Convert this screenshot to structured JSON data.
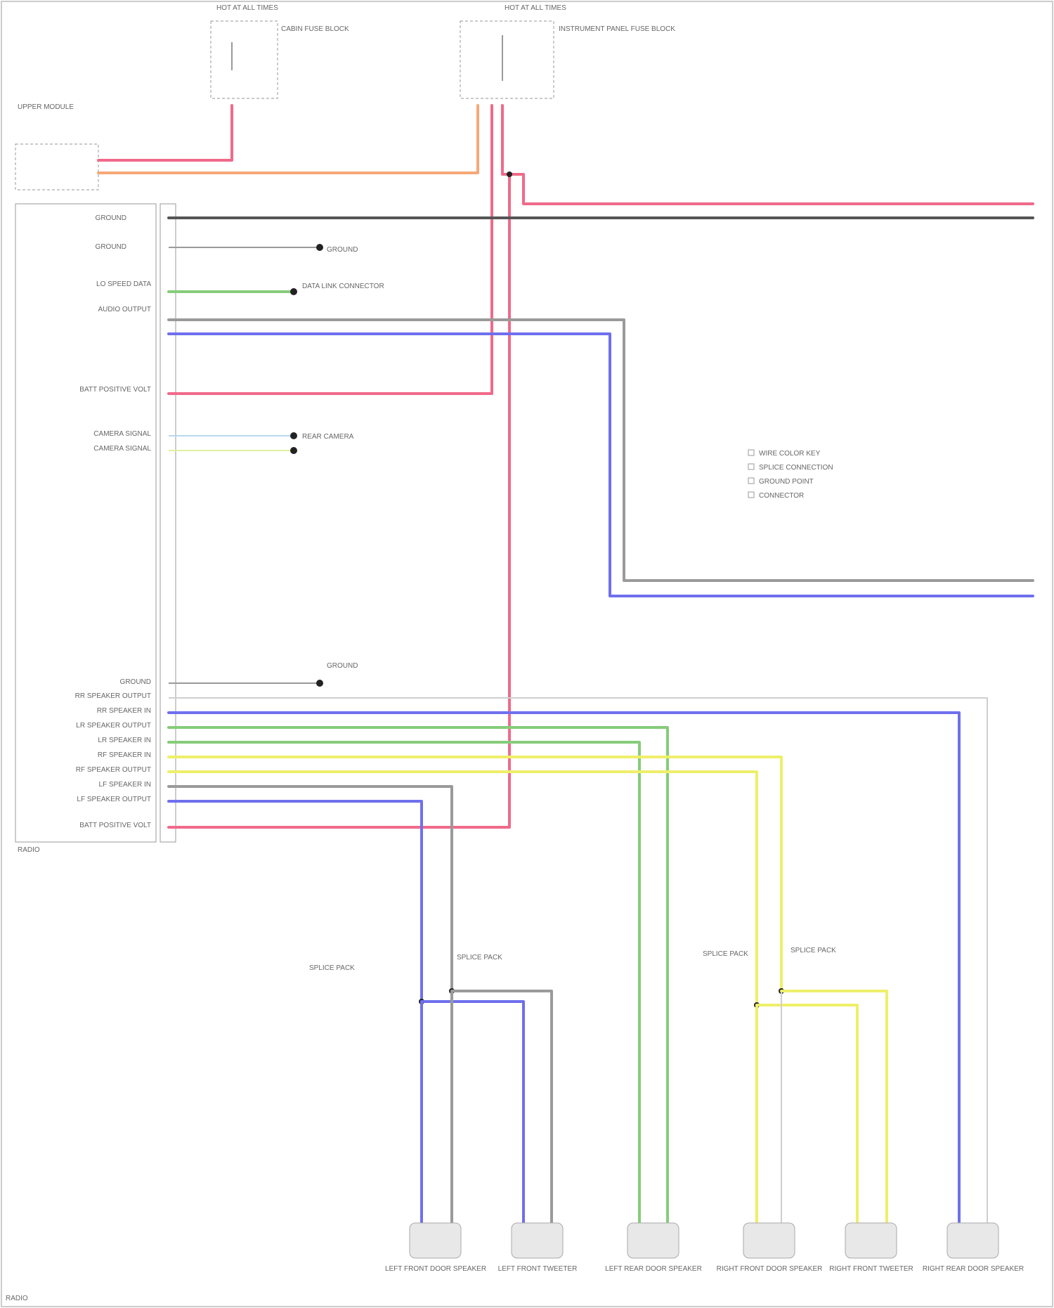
{
  "colors": {
    "red": "#f06a8a",
    "orange": "#f5a878",
    "black": "#555555",
    "gray": "#9a9a9a",
    "green": "#86cc7a",
    "blue": "#6f6fee",
    "yellow": "#efef6a",
    "light": "#cfcfcf"
  },
  "fuse_blocks": {
    "left": {
      "header": "HOT AT ALL TIMES",
      "label": "CABIN FUSE BLOCK"
    },
    "right": {
      "header": "HOT AT ALL TIMES",
      "label": "INSTRUMENT PANEL FUSE BLOCK"
    }
  },
  "modules": {
    "upper_left": "UPPER MODULE",
    "main": "RADIO"
  },
  "pins": {
    "left_labels": [
      "GROUND",
      "GROUND",
      "LO SPEED DATA",
      "AUDIO OUTPUT",
      "BATT POSITIVE VOLT",
      "CAMERA SIGNAL",
      "CAMERA SIGNAL",
      "GROUND",
      "RR SPEAKER OUTPUT",
      "RR SPEAKER IN",
      "LR SPEAKER OUTPUT",
      "LR SPEAKER IN",
      "RF SPEAKER IN",
      "RF SPEAKER OUTPUT",
      "LF SPEAKER IN",
      "LF SPEAKER OUTPUT",
      "BATT POSITIVE VOLT"
    ]
  },
  "grounds": {
    "g1": "GROUND",
    "g2": "GROUND"
  },
  "connections": {
    "data_link": "DATA LINK CONNECTOR",
    "camera": "REAR CAMERA"
  },
  "splices": {
    "left_a": "SPLICE PACK",
    "left_b": "SPLICE PACK",
    "right_a": "SPLICE PACK",
    "right_b": "SPLICE PACK"
  },
  "legend": {
    "items": [
      "WIRE COLOR KEY",
      "SPLICE CONNECTION",
      "GROUND POINT",
      "CONNECTOR"
    ]
  },
  "speakers": [
    {
      "label": "LEFT FRONT DOOR SPEAKER"
    },
    {
      "label": "LEFT FRONT TWEETER"
    },
    {
      "label": "LEFT REAR DOOR SPEAKER"
    },
    {
      "label": "RIGHT FRONT DOOR SPEAKER"
    },
    {
      "label": "RIGHT FRONT TWEETER"
    },
    {
      "label": "RIGHT REAR DOOR SPEAKER"
    }
  ],
  "footer": "RADIO"
}
